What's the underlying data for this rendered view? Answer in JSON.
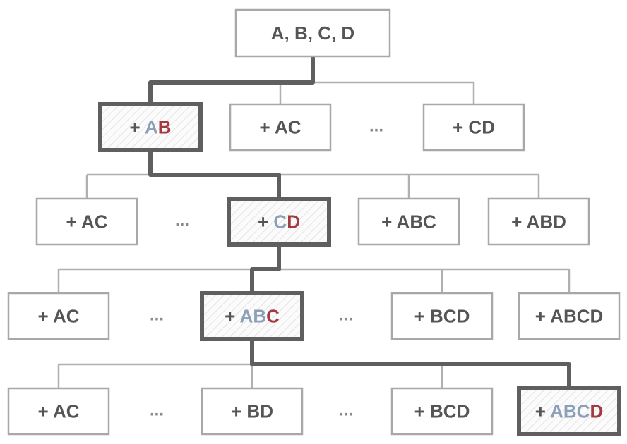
{
  "colors": {
    "dark": "#555555",
    "old": "#8ba0b6",
    "new": "#a23a42"
  },
  "root": {
    "segments": [
      {
        "text": "A, B, C, D",
        "c": "dark"
      }
    ]
  },
  "ellipsis": "...",
  "levels": [
    {
      "nodes": [
        {
          "selected": true,
          "segments": [
            {
              "text": "+ ",
              "c": "dark"
            },
            {
              "text": "A",
              "c": "old"
            },
            {
              "text": "B",
              "c": "new"
            }
          ]
        },
        {
          "segments": [
            {
              "text": "+ AC",
              "c": "dark"
            }
          ]
        },
        {
          "ellipsis": true
        },
        {
          "segments": [
            {
              "text": "+ CD",
              "c": "dark"
            }
          ]
        }
      ]
    },
    {
      "nodes": [
        {
          "segments": [
            {
              "text": "+ AC",
              "c": "dark"
            }
          ]
        },
        {
          "ellipsis": true
        },
        {
          "selected": true,
          "segments": [
            {
              "text": "+ ",
              "c": "dark"
            },
            {
              "text": "C",
              "c": "old"
            },
            {
              "text": "D",
              "c": "new"
            }
          ]
        },
        {
          "segments": [
            {
              "text": "+ ABC",
              "c": "dark"
            }
          ]
        },
        {
          "segments": [
            {
              "text": "+ ABD",
              "c": "dark"
            }
          ]
        }
      ]
    },
    {
      "nodes": [
        {
          "segments": [
            {
              "text": "+ AC",
              "c": "dark"
            }
          ]
        },
        {
          "ellipsis": true
        },
        {
          "selected": true,
          "segments": [
            {
              "text": "+ ",
              "c": "dark"
            },
            {
              "text": "AB",
              "c": "old"
            },
            {
              "text": "C",
              "c": "new"
            }
          ]
        },
        {
          "ellipsis": true
        },
        {
          "segments": [
            {
              "text": "+ BCD",
              "c": "dark"
            }
          ]
        },
        {
          "segments": [
            {
              "text": "+ ABCD",
              "c": "dark"
            }
          ]
        }
      ]
    },
    {
      "nodes": [
        {
          "segments": [
            {
              "text": "+ AC",
              "c": "dark"
            }
          ]
        },
        {
          "ellipsis": true
        },
        {
          "segments": [
            {
              "text": "+ BD",
              "c": "dark"
            }
          ]
        },
        {
          "ellipsis": true
        },
        {
          "segments": [
            {
              "text": "+ BCD",
              "c": "dark"
            }
          ]
        },
        {
          "selected": true,
          "segments": [
            {
              "text": "+ ",
              "c": "dark"
            },
            {
              "text": "ABC",
              "c": "old"
            },
            {
              "text": "D",
              "c": "new"
            }
          ]
        }
      ]
    }
  ]
}
